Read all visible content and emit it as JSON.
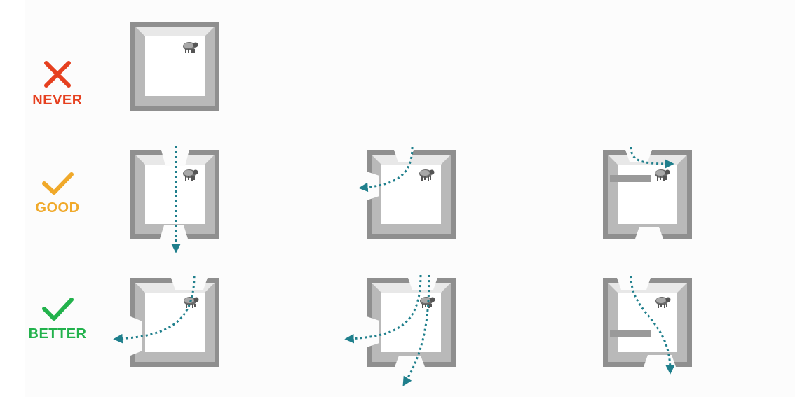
{
  "rows": [
    {
      "id": "never",
      "label": "NEVER",
      "color": "#e6401f",
      "icon": "cross-icon"
    },
    {
      "id": "good",
      "label": "GOOD",
      "color": "#f0a92a",
      "icon": "check-icon"
    },
    {
      "id": "better",
      "label": "BETTER",
      "color": "#22b24c",
      "icon": "check-icon"
    }
  ],
  "colors": {
    "wall_outer": "#8f8f8f",
    "wall_inner": "#b9b9b9",
    "floor": "#ffffff",
    "path_arrow": "#1f7f8c"
  },
  "icons": {
    "animal": "sheep-icon",
    "path": "dotted-arrow"
  }
}
